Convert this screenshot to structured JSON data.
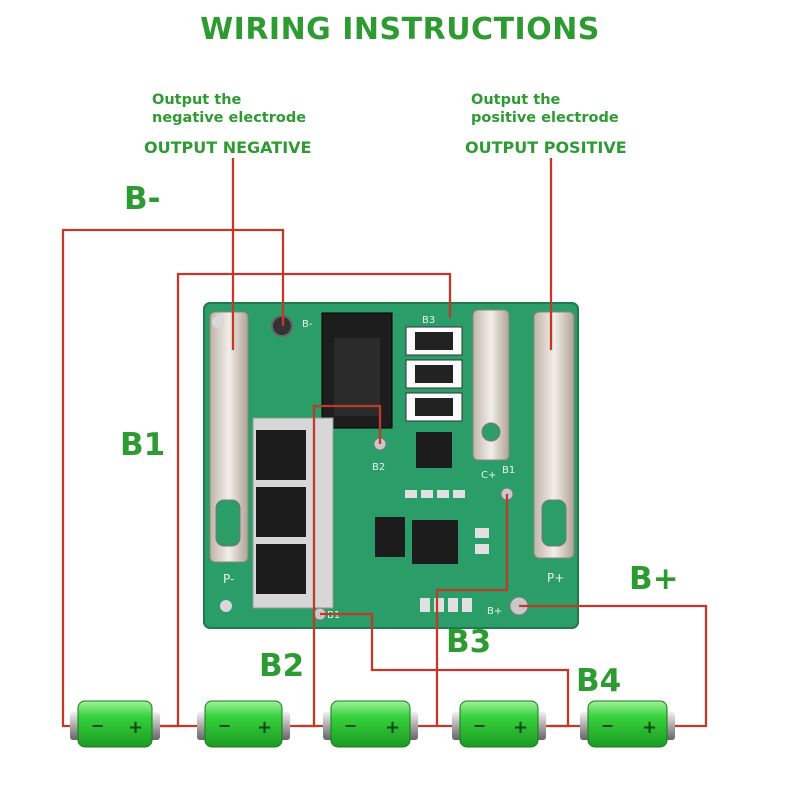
{
  "title": "WIRING INSTRUCTIONS",
  "left_note": [
    "Output the",
    "negative electrode"
  ],
  "left_tag": "OUTPUT NEGATIVE",
  "right_note": [
    "Output the",
    "positive electrode"
  ],
  "right_tag": "OUTPUT POSITIVE",
  "labels": {
    "b_minus": "B-",
    "b1": "B1",
    "b2": "B2",
    "b3": "B3",
    "b4": "B4",
    "b_plus": "B+"
  },
  "board_marks": {
    "p_minus": "P-",
    "p_plus": "P+",
    "b_minus": "B-",
    "b3": "B3",
    "b2": "B2",
    "c_plus": "C+",
    "b1": "B1",
    "b_plus": "B+",
    "b1_bottom": "B1"
  },
  "battery_count": 5,
  "colors": {
    "green_text": "#2e9b32",
    "wire": "#c0392b",
    "pcb": "#2a9d69",
    "battery": "#36d13c"
  }
}
